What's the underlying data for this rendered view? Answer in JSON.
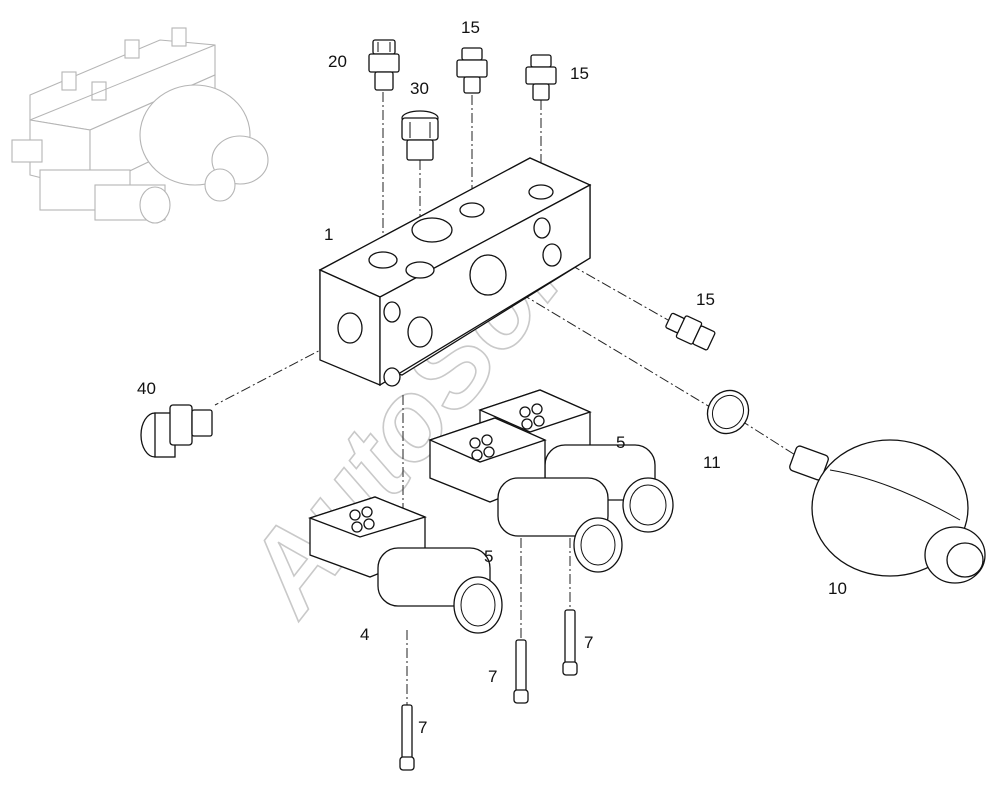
{
  "watermark": "AutoSoft",
  "labels": {
    "p1": "1",
    "p4": "4",
    "p5a": "5",
    "p5b": "5",
    "p7a": "7",
    "p7b": "7",
    "p7c": "7",
    "p10": "10",
    "p11": "11",
    "p15a": "15",
    "p15b": "15",
    "p15c": "15",
    "p20": "20",
    "p30": "30",
    "p40": "40"
  }
}
